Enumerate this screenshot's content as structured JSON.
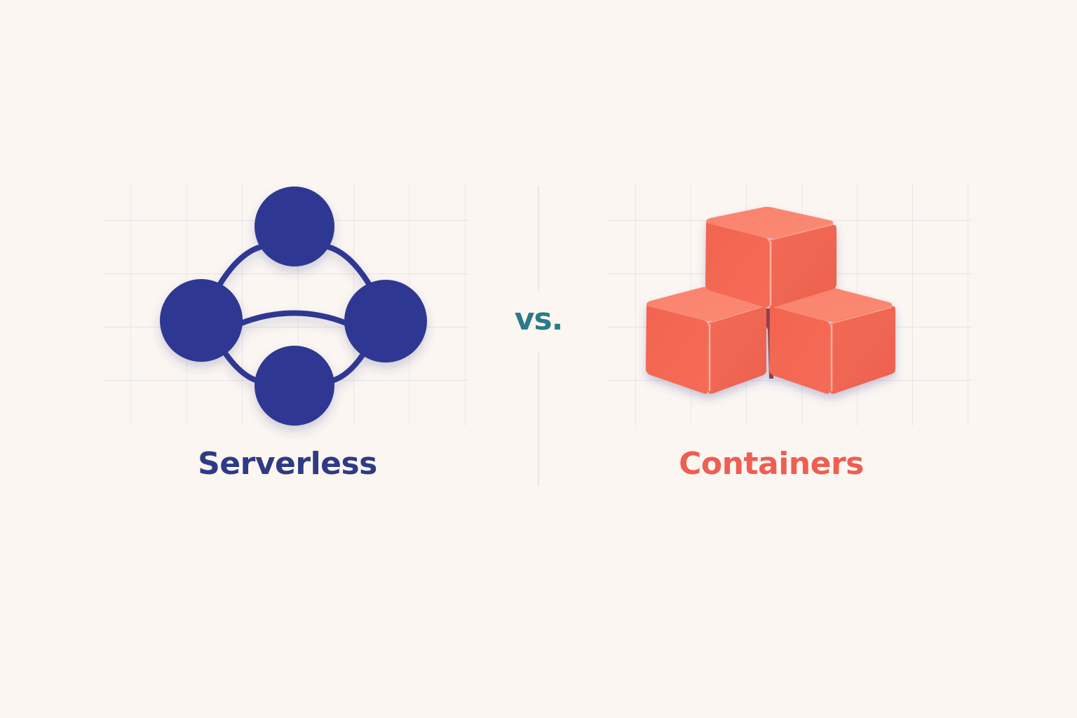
{
  "left": {
    "label": "Serverless",
    "icon": "network-nodes-icon",
    "color": "#2e3893",
    "label_color": "#2e3a85"
  },
  "separator": {
    "text": "vs.",
    "color": "#2b7a8a"
  },
  "right": {
    "label": "Containers",
    "icon": "stacked-cubes-icon",
    "color": "#f46a55",
    "label_color": "#ee5e52"
  },
  "background": "#fbf6f1"
}
